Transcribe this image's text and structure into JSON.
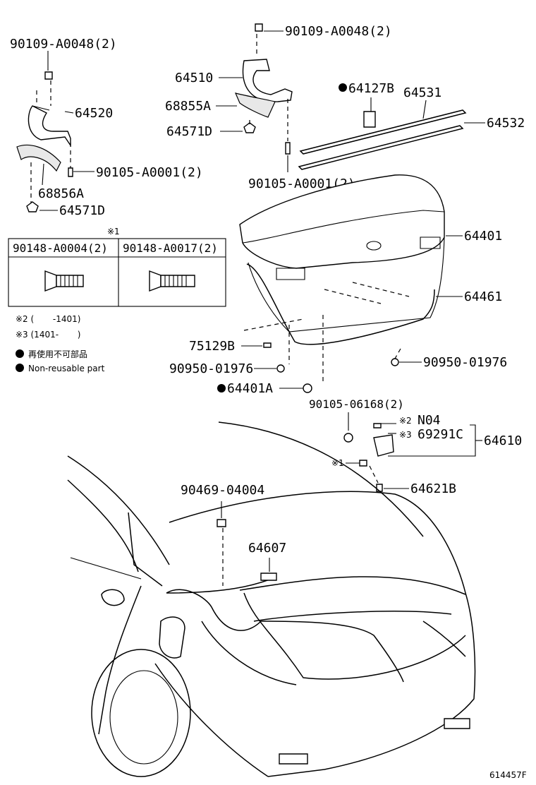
{
  "diagram_id": "614457F",
  "labels": {
    "p_90109_a0048_left": "90109-A0048(2)",
    "p_90109_a0048_top": "90109-A0048(2)",
    "p_64510": "64510",
    "p_64520": "64520",
    "p_68855a": "68855A",
    "p_64571d_top": "64571D",
    "p_64127b": "64127B",
    "p_64531": "64531",
    "p_64532": "64532",
    "p_90105_a0001_left": "90105-A0001(2)",
    "p_90105_a0001_right": "90105-A0001(2)",
    "p_68856a": "68856A",
    "p_64571d_bottom": "64571D",
    "p_64401": "64401",
    "p_64461": "64461",
    "p_75129b": "75129B",
    "p_90950_01976_left": "90950-01976",
    "p_90950_01976_right": "90950-01976",
    "p_64401a": "64401A",
    "p_90105_06168": "90105-06168(2)",
    "p_n04": "N04",
    "p_69291c": "69291C",
    "p_64610": "64610",
    "p_64621b": "64621B",
    "p_90469_04004": "90469-04004",
    "p_64607": "64607"
  },
  "markers": {
    "note1": "※1",
    "note2": "※2",
    "note3": "※3"
  },
  "table": {
    "note_mark": "※1",
    "col1": "90148-A0004(2)",
    "col2": "90148-A0017(2)"
  },
  "legend": {
    "note2": "※2 (       -1401)",
    "note3": "※3 (1401-       )",
    "non_reusable_jp": "再使用不可部品",
    "non_reusable_en": "Non-reusable part"
  }
}
